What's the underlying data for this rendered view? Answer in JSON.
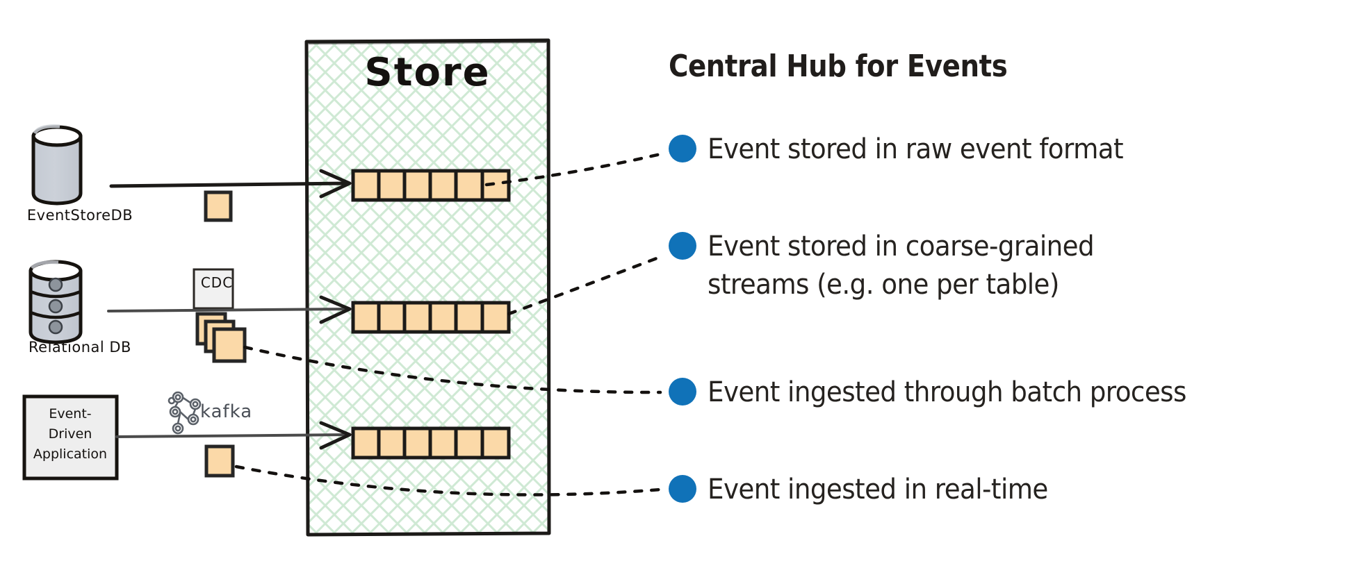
{
  "diagram": {
    "title": "Central Hub for Events",
    "store": {
      "title": "Store",
      "stream_cell_count": 6,
      "stream_count": 3
    },
    "sources": [
      {
        "id": "eventstoredb",
        "label": "EventStoreDB",
        "shape": "cylinder",
        "connector_label": "",
        "payload": "single-card"
      },
      {
        "id": "relational-db",
        "label": "Relational DB",
        "shape": "stacked-cylinder",
        "connector_label": "CDC",
        "payload": "stacked-cards"
      },
      {
        "id": "event-driven-application",
        "label_lines": [
          "Event-",
          "Driven",
          "Application"
        ],
        "shape": "rect",
        "connector_label": "kafka",
        "payload": "single-card"
      }
    ],
    "bullets": [
      {
        "id": "raw-format",
        "lines": [
          "Event stored in raw event format"
        ]
      },
      {
        "id": "coarse-grained",
        "lines": [
          "Event stored in coarse-grained",
          "streams (e.g. one per table)"
        ]
      },
      {
        "id": "batch-process",
        "lines": [
          "Event ingested through batch process"
        ]
      },
      {
        "id": "real-time",
        "lines": [
          "Event ingested in real-time"
        ]
      }
    ],
    "colors": {
      "bullet_blue": "#1072B8",
      "event_card_fill": "#FBD9A8",
      "event_card_stroke": "#262626",
      "store_hatch": "#cfe9d4",
      "db_fill": "#c9ced6",
      "box_fill": "#eeeeee",
      "ink": "#14110f"
    }
  }
}
